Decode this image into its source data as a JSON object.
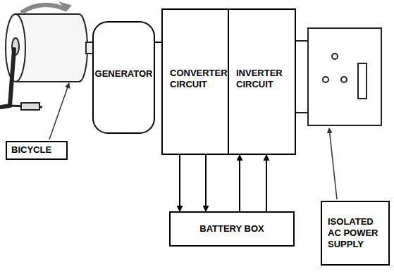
{
  "diagram": {
    "nodes": [
      {
        "text": [
          "GENERATOR"
        ]
      },
      {
        "text": [
          "CONVERTER CIRCUIT"
        ]
      },
      {
        "text": [
          "INVERTER CIRCUIT"
        ]
      },
      {
        "text": [
          "BICYCLE"
        ]
      },
      {
        "text": [
          "BATTERY BOX"
        ]
      },
      {
        "text": [
          "ISOLATED AC POWER SUPPLY"
        ]
      }
    ],
    "edges": [
      {
        "from": 0,
        "to": 1,
        "arrow": "none"
      },
      {
        "from": 1,
        "to": 4,
        "arrow": "to"
      },
      {
        "from": 1,
        "to": 4,
        "arrow": "to"
      },
      {
        "from": 4,
        "to": 2,
        "arrow": "to"
      },
      {
        "from": 4,
        "to": 2,
        "arrow": "to"
      }
    ]
  }
}
